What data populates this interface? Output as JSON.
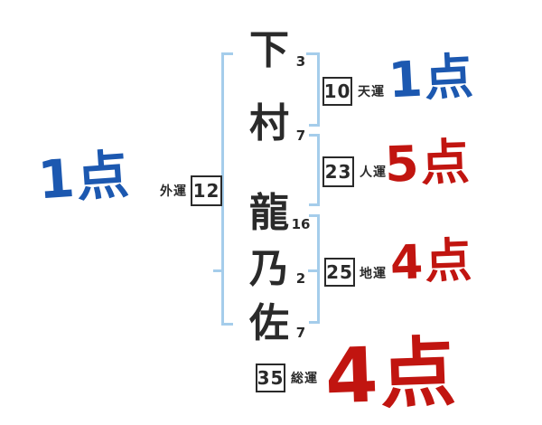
{
  "palette": {
    "ink": "#2a2a2a",
    "bracket_blue": "#a5cdeb",
    "score_blue": "#1c58b0",
    "score_red": "#c11510",
    "background": "#ffffff"
  },
  "name": {
    "chars": [
      {
        "char": "下",
        "strokes": "3"
      },
      {
        "char": "村",
        "strokes": "7"
      },
      {
        "char": "龍",
        "strokes": "16"
      },
      {
        "char": "乃",
        "strokes": "2"
      },
      {
        "char": "佐",
        "strokes": "7"
      }
    ]
  },
  "fortunes": {
    "tenun": {
      "label": "天運",
      "value": "10",
      "score": "1点"
    },
    "jinun": {
      "label": "人運",
      "value": "23",
      "score": "5点"
    },
    "chiun": {
      "label": "地運",
      "value": "25",
      "score": "4点"
    },
    "gaiun": {
      "label": "外運",
      "value": "12",
      "score": "1点"
    },
    "soun": {
      "label": "総運",
      "value": "35",
      "score": "4点"
    }
  }
}
